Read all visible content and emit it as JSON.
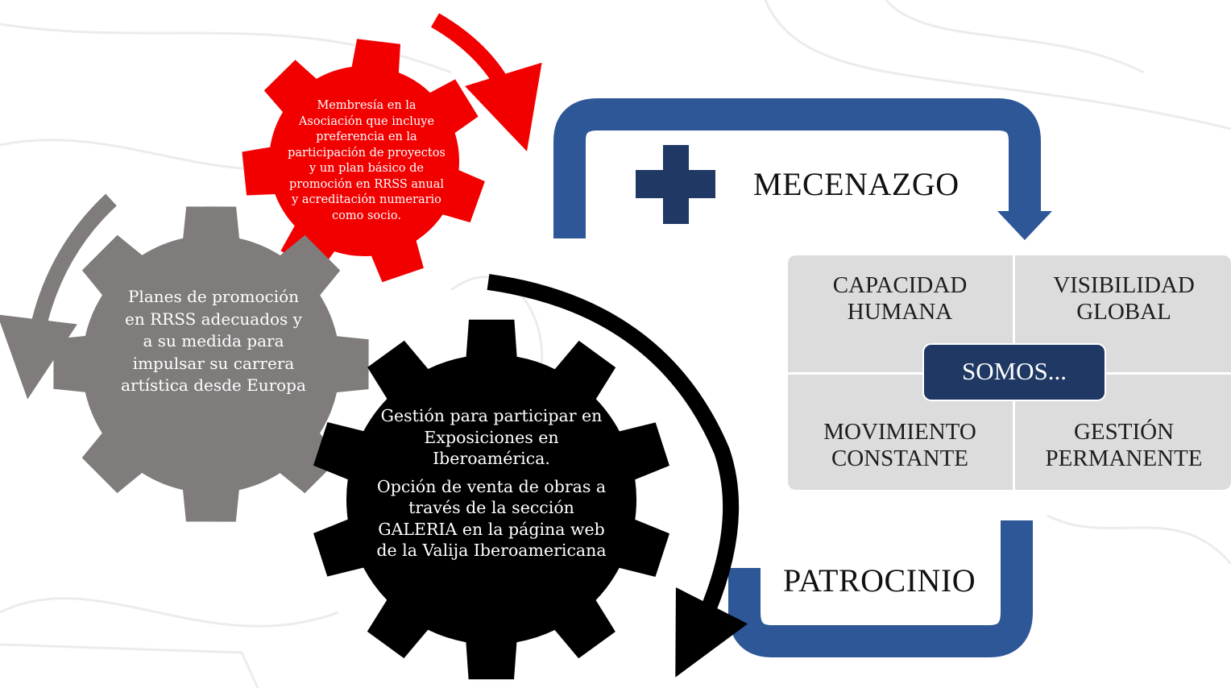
{
  "colors": {
    "red_gear": "#f20000",
    "gray_gear": "#7f7c7b",
    "black_gear": "#000000",
    "blue_frame": "#2e5797",
    "navy_cross": "#1f3864",
    "quadrant_fill": "#dcdcdc",
    "somos_fill": "#1f3864"
  },
  "gears": {
    "red": {
      "text": "Membresía en la Asociación que incluye preferencia en la participación de proyectos y un plan básico de promoción en RRSS anual y acreditación numerario como socio."
    },
    "gray": {
      "text": "Planes de promoción en RRSS adecuados y a su medida para impulsar su carrera artística desde Europa"
    },
    "black": {
      "line1": "Gestión para participar en Exposiciones en Iberoamérica.",
      "line2": "Opción de venta de obras a través de la sección GALERIA en la página web de la Valija Iberoamericana"
    }
  },
  "labels": {
    "mecenazgo": "MECENAZGO",
    "patrocinio": "PATROCINIO"
  },
  "somos": {
    "center": "SOMOS...",
    "top_left": "CAPACIDAD HUMANA",
    "top_right": "VISIBILIDAD GLOBAL",
    "bottom_left": "MOVIMIENTO CONSTANTE",
    "bottom_right": "GESTIÓN PERMANENTE"
  },
  "icons": {
    "plus": "plus-icon",
    "red_arrow": "curved-arrow-icon",
    "gray_arrow": "curved-arrow-icon",
    "black_arrow": "curved-arrow-icon"
  }
}
